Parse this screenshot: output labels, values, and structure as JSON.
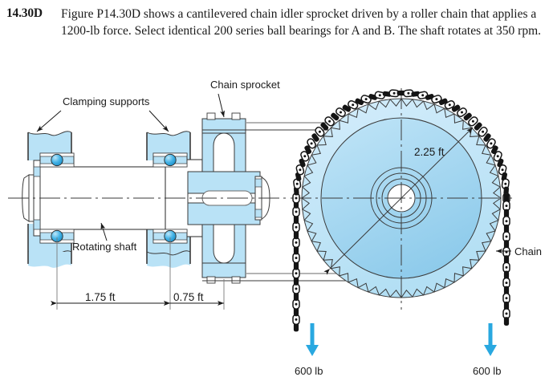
{
  "problem": {
    "number": "14.30D",
    "text": "Figure P14.30D shows a cantilevered chain idler sprocket driven by a roller chain that applies a 1200-lb force. Select identical 200 series ball bearings for A and B. The shaft rotates at 350 rpm."
  },
  "figure": {
    "labels": {
      "clamping_supports": "Clamping supports",
      "rotating_shaft": "Rotating shaft",
      "chain_sprocket": "Chain sprocket",
      "chain": "Chain",
      "sprocket_diameter": "2.25 ft",
      "dim_bearing_span": "1.75 ft",
      "dim_overhang": "0.75 ft",
      "force_left": "600 lb",
      "force_right": "600 lb"
    },
    "colors": {
      "part_fill": "#b9e2f6",
      "sprocket_fill": "#a9d9f2",
      "sprocket_rim": "#c5e6f8",
      "ball_highlight": "#29a8e0",
      "force_arrow": "#29a8e0",
      "outline": "#3a3a3a",
      "chain_dark": "#141414",
      "text": "#1a1a1a"
    }
  }
}
